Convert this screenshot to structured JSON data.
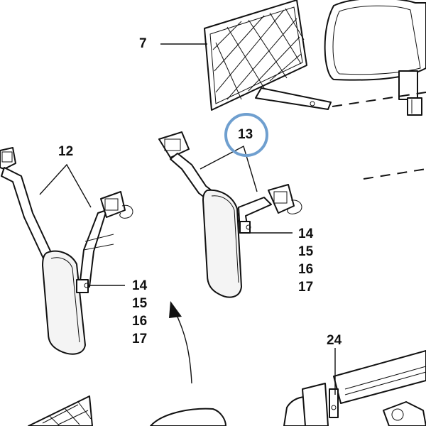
{
  "labels": {
    "net_mirror": "7",
    "left_mirror_arms": "12",
    "center_mirror_arm": "13",
    "left_group": [
      "14",
      "15",
      "16",
      "17"
    ],
    "center_group": [
      "14",
      "15",
      "16",
      "17"
    ],
    "bracket_bottom_right": "24"
  },
  "highlight": {
    "target_label": "13",
    "ring_color": "#6f9fcf"
  }
}
